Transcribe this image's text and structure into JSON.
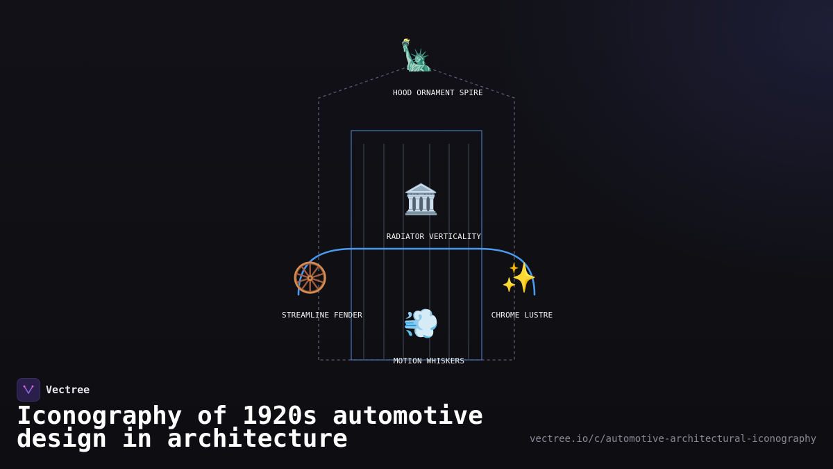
{
  "brand": {
    "name": "Vectree"
  },
  "title": "Iconography of 1920s automotive design in architecture",
  "url": "vectree.io/c/automotive-architectural-iconography",
  "colors": {
    "background": "#0f0f14",
    "arc": "#4a9af0",
    "frame": "#4a78b8",
    "dashed": "#5a5f6e",
    "grille": "#3c3f48",
    "logo": "#2a1f4a"
  },
  "nodes": {
    "spire": {
      "icon": "🗽",
      "icon_name": "statue-icon",
      "label": "HOOD ORNAMENT SPIRE"
    },
    "radiator": {
      "icon": "🏛️",
      "icon_name": "classical-building-icon",
      "label": "RADIATOR VERTICALITY"
    },
    "fender": {
      "icon": "🛞",
      "icon_name": "wheel-icon",
      "label": "STREAMLINE FENDER"
    },
    "chrome": {
      "icon": "✨",
      "icon_name": "sparkles-icon",
      "label": "CHROME LUSTRE"
    },
    "motion": {
      "icon": "💨",
      "icon_name": "dash-wind-icon",
      "label": "MOTION WHISKERS"
    }
  }
}
